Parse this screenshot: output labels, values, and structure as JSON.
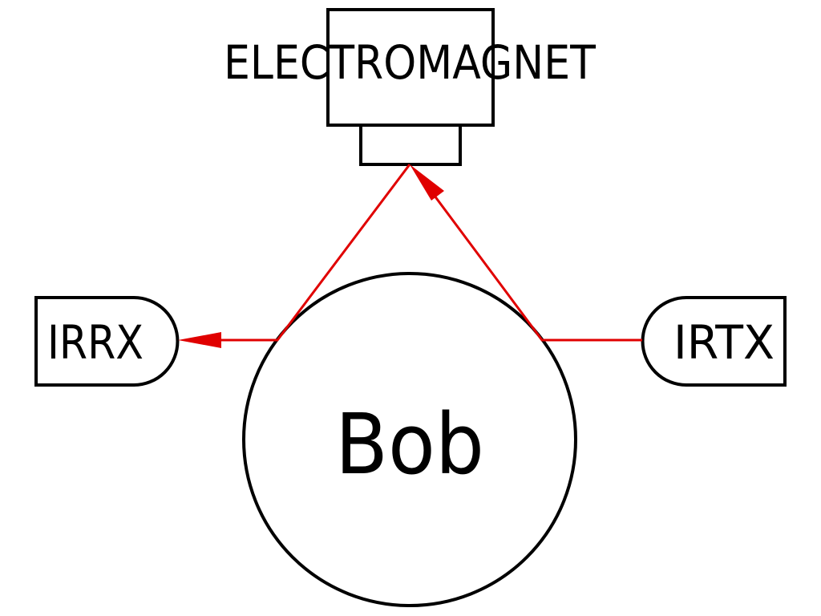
{
  "nodes": {
    "electromagnet": {
      "label": "ELECTROMAGNET"
    },
    "irrx": {
      "label": "IRRX"
    },
    "irtx": {
      "label": "IRTX"
    },
    "bob": {
      "label": "Bob"
    }
  },
  "colors": {
    "outline": "#000000",
    "connector": "#e00000",
    "background": "#ffffff"
  }
}
